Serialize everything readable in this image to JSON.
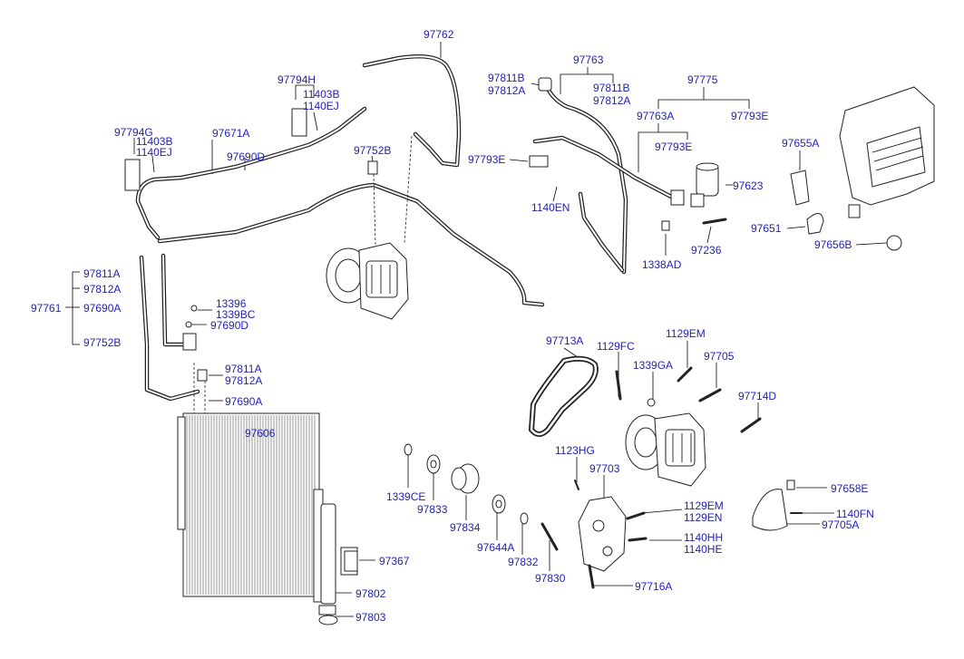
{
  "labels": [
    "97762",
    "97763",
    "97811B",
    "97812A",
    "97811B",
    "97812A",
    "97775",
    "97763A",
    "97793E",
    "97793E",
    "97793E",
    "97623",
    "1140EN",
    "1338AD",
    "97236",
    "97655A",
    "97651",
    "97656B",
    "97794H",
    "11403B",
    "1140EJ",
    "97794G",
    "11403B",
    "1140EJ",
    "97671A",
    "97690D",
    "97752B",
    "97811A",
    "97812A",
    "97761",
    "97690A",
    "97752B",
    "13396",
    "1339BC",
    "97690D",
    "97811A",
    "97812A",
    "97690A",
    "97606",
    "97367",
    "97802",
    "97803",
    "97713A",
    "1129FC",
    "1129EM",
    "97705",
    "1339GA",
    "97714D",
    "1123HG",
    "97703",
    "1339CE",
    "97833",
    "97834",
    "97644A",
    "97832",
    "97830",
    "1129EM",
    "1129EN",
    "1140HH",
    "1140HE",
    "97716A",
    "97658E",
    "1140FN",
    "97705A"
  ]
}
